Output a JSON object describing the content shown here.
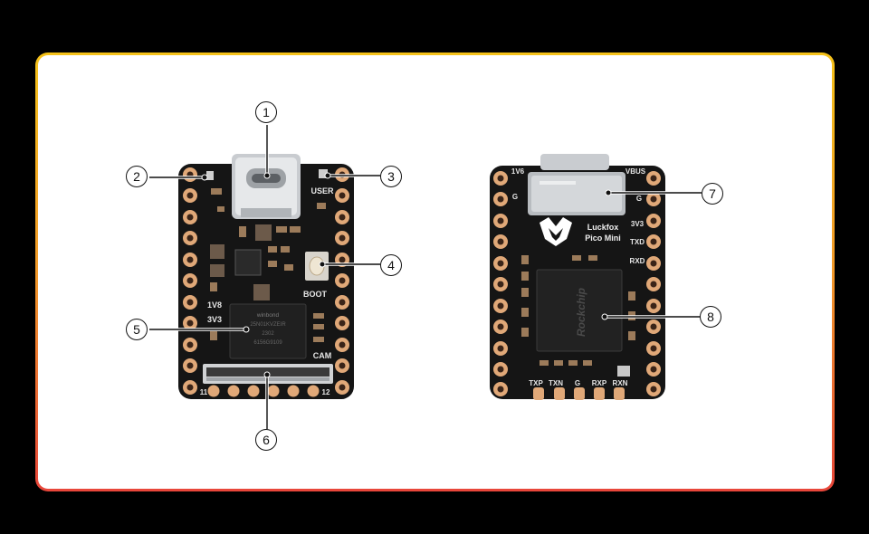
{
  "front_board": {
    "labels": {
      "user": "USER",
      "boot": "BOOT",
      "cam": "CAM",
      "v18": "1V8",
      "v33": "3V3",
      "pin11": "11",
      "pin12": "12",
      "flash_brand": "winbond",
      "flash_code": "25N01KVZEIR",
      "flash_date": "2302",
      "flash_lot": "6156G9109"
    }
  },
  "back_board": {
    "labels": {
      "v18": "1V6",
      "vbus": "VBUS",
      "g_left": "G",
      "g_right": "G",
      "v33": "3V3",
      "txd": "TXD",
      "rxd": "RXD",
      "brand": "Luckfox",
      "model": "Pico Mini",
      "soc_brand": "Rockchip",
      "txp": "TXP",
      "txn": "TXN",
      "g_bottom": "G",
      "rxp": "RXP",
      "rxn": "RXN"
    }
  },
  "callouts": [
    "1",
    "2",
    "3",
    "4",
    "5",
    "6",
    "7",
    "8"
  ],
  "colors": {
    "frame_top": "#f5c21a",
    "frame_bottom": "#e8463a",
    "pcb": "#151515",
    "pad": "#e0a878"
  }
}
